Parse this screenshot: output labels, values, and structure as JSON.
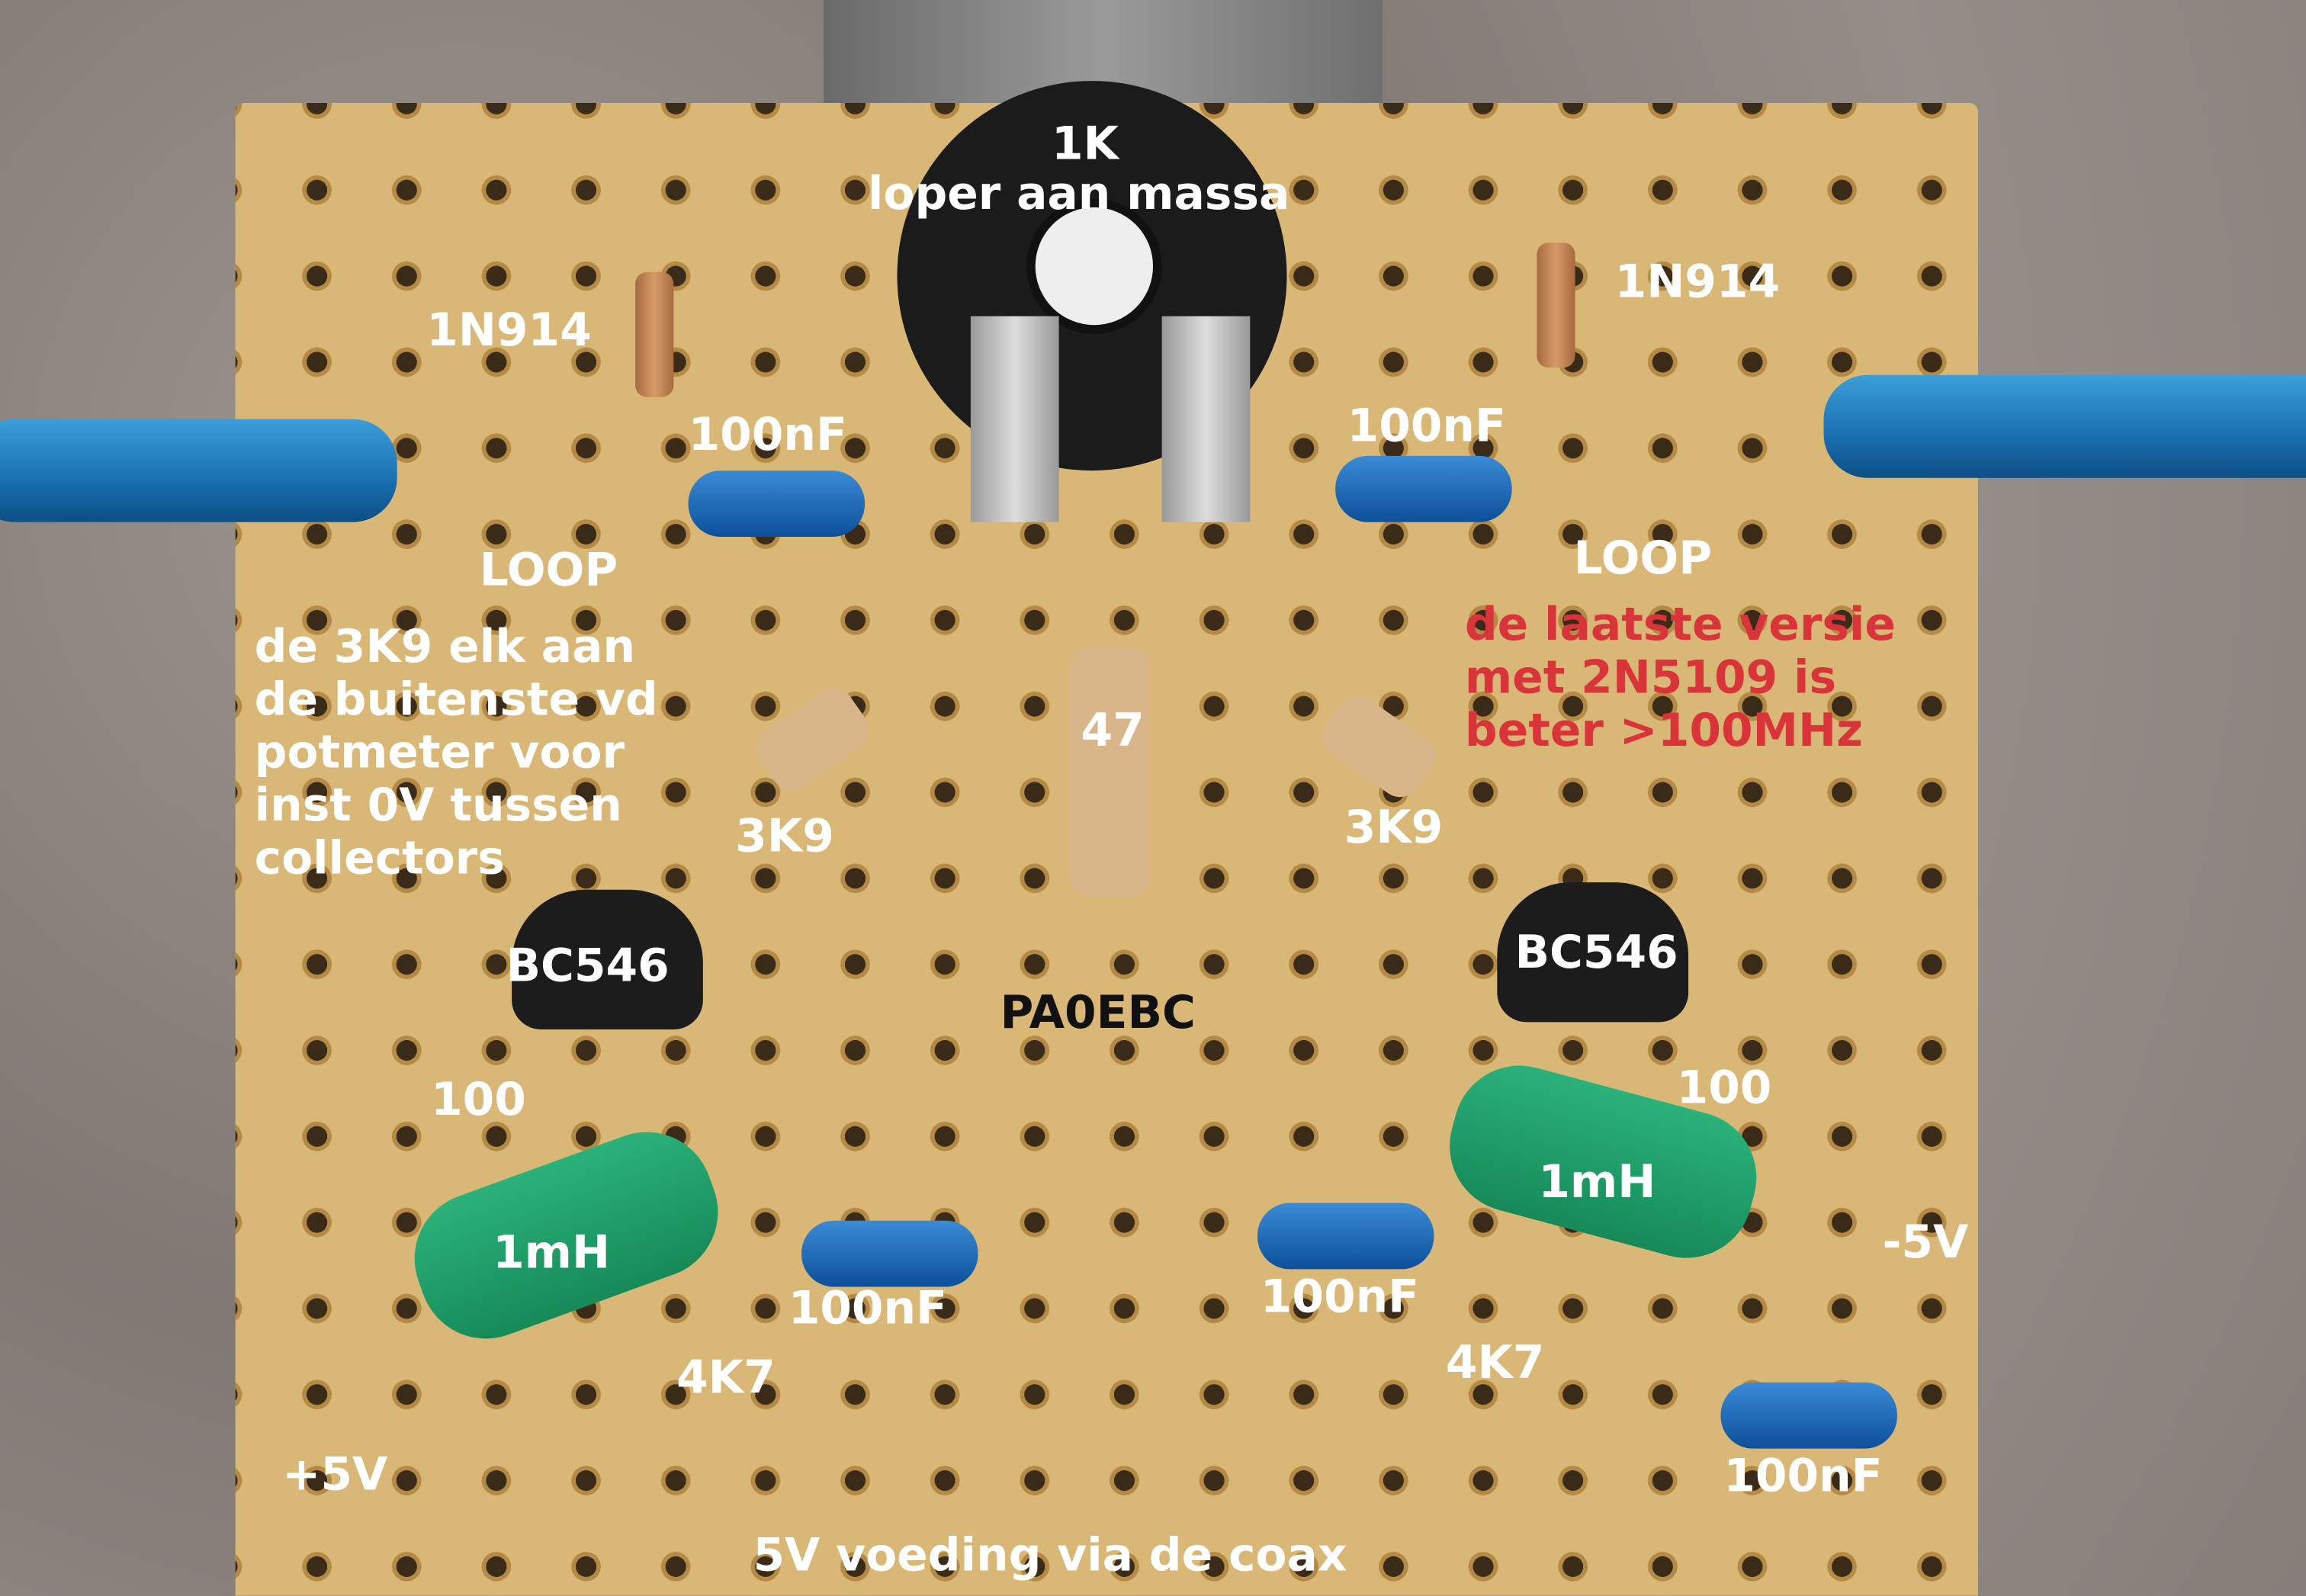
{
  "labels": {
    "pot_value": "1K",
    "pot_note": "loper aan massa",
    "diode_left": "1N914",
    "diode_right": "1N914",
    "cap_top_left": "100nF",
    "cap_top_right": "100nF",
    "loop_left": "LOOP",
    "loop_right": "LOOP",
    "note_white": [
      "de 3K9 elk aan",
      "de buitenste vd",
      "potmeter voor",
      "inst 0V tussen",
      "collectors"
    ],
    "note_red": [
      "de laatste versie",
      "met 2N5109 is",
      "beter >100MHz"
    ],
    "res_center": "47",
    "res_left": "3K9",
    "res_right": "3K9",
    "trans_left": "BC546",
    "trans_right": "BC546",
    "callsign": "PA0EBC",
    "res100_left": "100",
    "res100_right": "100",
    "coil_left": "1mH",
    "coil_right": "1mH",
    "cap_mid_left": "100nF",
    "cap_mid_right": "100nF",
    "minus5v": "-5V",
    "res4k7_left": "4K7",
    "res4k7_right": "4K7",
    "plus5v": "+5V",
    "cap_bottom_right": "100nF",
    "supply_note": "5V voeding via de coax"
  }
}
